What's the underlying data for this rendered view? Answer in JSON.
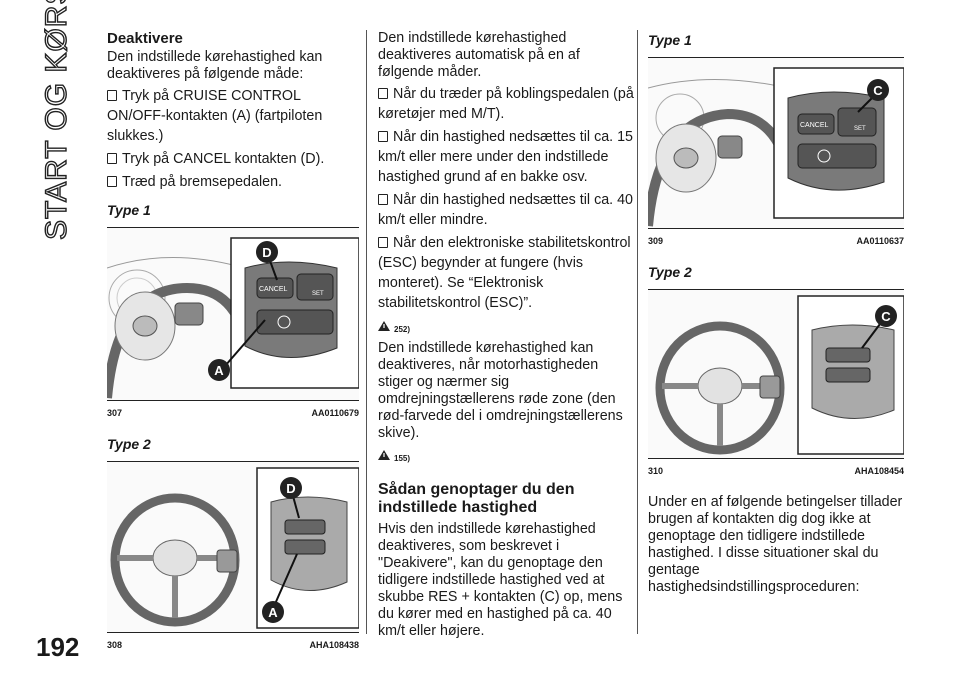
{
  "side_title": "START OG KØRSEL",
  "page_number": "192",
  "col1": {
    "heading": "Deaktivere",
    "intro": "Den indstillede kørehastighed kan deaktiveres på følgende måde:",
    "bullets": [
      "Tryk på CRUISE CONTROL ON/OFF-kontakten (A) (fartpiloten slukkes.)",
      "Tryk på CANCEL kontakten (D).",
      "Træd på bremsepedalen."
    ],
    "type1": "Type 1",
    "fig1": {
      "num": "307",
      "code": "AA0110679",
      "labels": [
        "D",
        "A"
      ],
      "switch_cancel": "CANCEL",
      "switch_set": "SET"
    },
    "type2": "Type 2",
    "fig2": {
      "num": "308",
      "code": "AHA108438",
      "labels": [
        "D",
        "A"
      ]
    }
  },
  "col2": {
    "intro": "Den indstillede kørehastighed deaktiveres automatisk på en af følgende måder.",
    "bullets": [
      "Når du træder på koblingspedalen (på køretøjer med M/T).",
      "Når din hastighed nedsættes til ca. 15 km/t eller mere under den indstillede hastighed grund af en bakke osv.",
      "Når din hastighed nedsættes til ca. 40 km/t eller mindre.",
      "Når den elektroniske stabilitetskontrol (ESC) begynder at fungere (hvis monteret). Se “Elektronisk stabilitetskontrol (ESC)”."
    ],
    "ref1": "252)",
    "para2": "Den indstillede kørehastighed kan deaktiveres, når motorhastigheden stiger og nærmer sig omdrejningstællerens røde zone (den rød-farvede del i omdrejningstællerens skive).",
    "ref2": "155)",
    "heading": "Sådan genoptager du den indstillede hastighed",
    "para3": "Hvis den indstillede kørehastighed deaktiveres, som beskrevet i \"Deakivere\", kan du genoptage den tidligere indstillede hastighed ved at skubbe RES + kontakten (C) op, mens du kører med en hastighed på ca. 40 km/t eller højere."
  },
  "col3": {
    "type1": "Type 1",
    "fig1": {
      "num": "309",
      "code": "AA0110637",
      "labels": [
        "C"
      ],
      "switch_cancel": "CANCEL",
      "switch_set": "SET"
    },
    "type2": "Type 2",
    "fig2": {
      "num": "310",
      "code": "AHA108454",
      "labels": [
        "C"
      ]
    },
    "para": "Under en af følgende betingelser tillader brugen af kontakten dig dog ikke at genoptage den tidligere indstillede hastighed. I disse situationer skal du gentage hastighedsindstillingsproceduren:"
  }
}
